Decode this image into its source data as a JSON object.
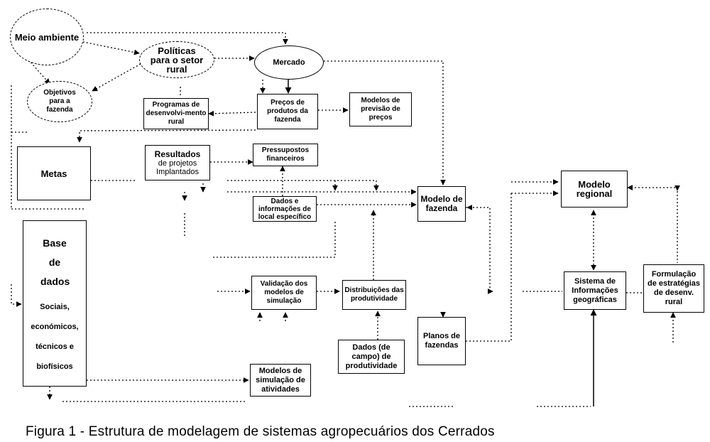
{
  "nodes": {
    "meio_ambiente": "Meio ambiente",
    "politicas": "Políticas para o setor rural",
    "mercado": "Mercado",
    "objetivos": "Objetivos para a fazenda",
    "programas": "Programas de desenvolvi-mento rural",
    "precos": "Preços de produtos da fazenda",
    "modelos_previsao": "Modelos de previsão de preços",
    "metas": "Metas",
    "resultados_title": "Resultados",
    "resultados_sub": "de projetos Implantados",
    "pressupostos": "Pressupostos financeiros",
    "dados_info": "Dados e informações de local específico",
    "modelo_fazenda": "Modelo de fazenda",
    "modelo_regional": "Modelo regional",
    "base_title": "Base de dados",
    "base_list": "Sociais, económicos, técnicos e biofísicos",
    "validacao": "Validação dos modelos de simulação",
    "distribuicoes": "Distribuições das produtividade",
    "sistema": "Sistema de Informações geográficas",
    "formulacao": "Formulação de estratégias de desenv. rural",
    "planos": "Planos de fazendas",
    "dados_campo": "Dados (de campo) de produtividade",
    "modelos_simulacao": "Modelos de simulação de atividades"
  },
  "caption": "Figura 1 - Estrutura de modelagem de sistemas agropecuários dos Cerrados"
}
